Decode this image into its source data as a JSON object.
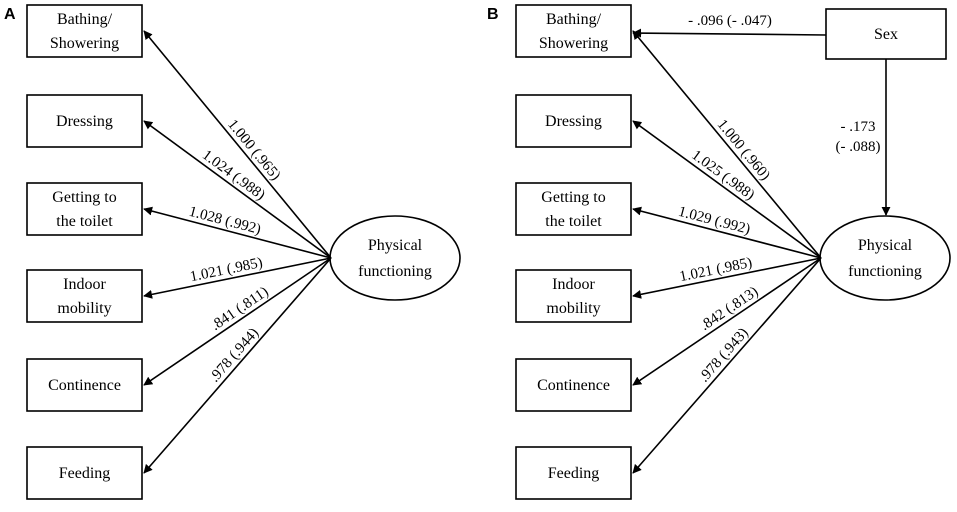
{
  "panels": [
    {
      "label": "A",
      "latent": [
        "Physical",
        "functioning"
      ],
      "indicators": [
        {
          "lines": [
            "Bathing/",
            "Showering"
          ],
          "coef": "1.000 (.965)"
        },
        {
          "lines": [
            "Dressing"
          ],
          "coef": "1.024 (.988)"
        },
        {
          "lines": [
            "Getting to",
            "the toilet"
          ],
          "coef": "1.028 (.992)"
        },
        {
          "lines": [
            "Indoor",
            "mobility"
          ],
          "coef": "1.021 (.985)"
        },
        {
          "lines": [
            "Continence"
          ],
          "coef": ".841 (.811)"
        },
        {
          "lines": [
            "Feeding"
          ],
          "coef": ".978 (.944)"
        }
      ]
    },
    {
      "label": "B",
      "latent": [
        "Physical",
        "functioning"
      ],
      "indicators": [
        {
          "lines": [
            "Bathing/",
            "Showering"
          ],
          "coef": "1.000 (.960)"
        },
        {
          "lines": [
            "Dressing"
          ],
          "coef": "1.025 (.988)"
        },
        {
          "lines": [
            "Getting to",
            "the toilet"
          ],
          "coef": "1.029 (.992)"
        },
        {
          "lines": [
            "Indoor",
            "mobility"
          ],
          "coef": "1.021 (.985)"
        },
        {
          "lines": [
            "Continence"
          ],
          "coef": ".842 (.813)"
        },
        {
          "lines": [
            "Feeding"
          ],
          "coef": ".978 (.943)"
        }
      ],
      "covariate": {
        "label": "Sex",
        "to_bathing_coef": "- .096 (- .047)",
        "to_latent_coef": [
          "- .173",
          "(- .088)"
        ]
      }
    }
  ],
  "colors": {
    "ink": "#000000",
    "background": "#ffffff"
  }
}
